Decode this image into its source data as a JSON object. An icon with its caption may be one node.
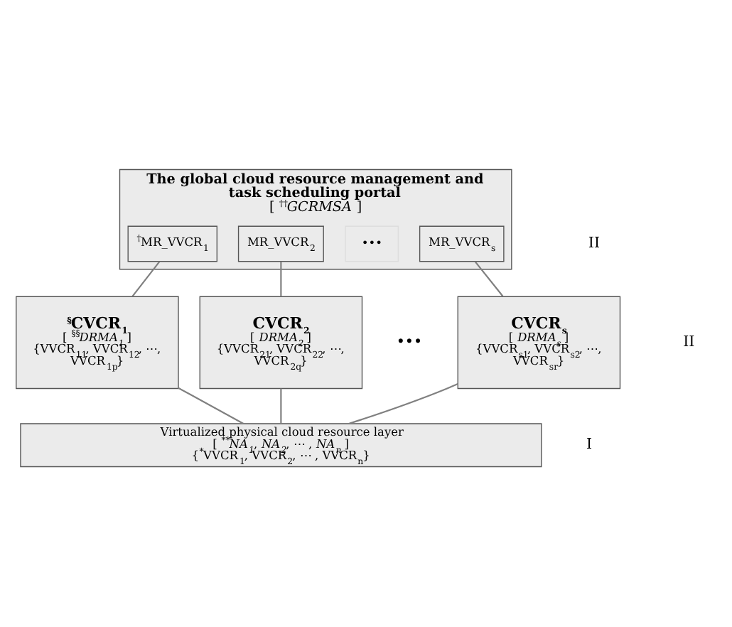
{
  "diagram": {
    "nodes": [
      {
        "text": [
          "The global cloud resource management and task scheduling portal",
          "[ $^{††}$*GCRMSA* ]"
        ]
      },
      {
        "text": [
          "$^{†}$MR_VVCR$_{1}$"
        ],
        "in": 0
      },
      {
        "text": [
          "MR_VVCR$_{2}$"
        ],
        "in": 0
      },
      {
        "text": [
          "•••"
        ],
        "in": 0
      },
      {
        "text": [
          "MR_VVCR$_{s}$"
        ],
        "in": 0
      },
      {
        "text": [
          "$^{§}$CVCR$_{1}$",
          "[ $^{§§}$*DRMA$_{1}$* ]",
          "{VVCR$_{11}$, VVCR$_{12}$, ⋯, VVCR$_{1p}$}"
        ]
      },
      {
        "text": [
          "CVCR$_{2}$",
          "[ *DRMA$_{2}$* ]",
          "{VVCR$_{21}$, VVCR$_{22}$, ⋯, VVCR$_{2q}$}"
        ]
      },
      {
        "text": [
          "CVCR$_{s}$",
          "[ *DRMA$_{s}$* ]",
          "{VVCR$_{s1}$, VVCR$_{s2}$, ⋯, VVCR$_{sr}$}"
        ]
      },
      {
        "text": [
          "Virtualized physical cloud resource layer",
          "[ $^{**}$*NA$_{1}$*, *NA$_{2}$*, ⋯ , *NA$_{n}$* ]",
          "{$^{*}$VVCR$_{1}$, VVCR$_{2}$, ⋯ , VVCR$_{n}$}"
        ]
      }
    ],
    "edges": [
      {
        "from": 1,
        "to": 5,
        "arrow": "none"
      },
      {
        "from": 2,
        "to": 6,
        "arrow": "none"
      },
      {
        "from": 4,
        "to": 7,
        "arrow": "none"
      },
      {
        "from": 5,
        "to": 8,
        "arrow": "none"
      },
      {
        "from": 6,
        "to": 8,
        "arrow": "none"
      },
      {
        "from": 7,
        "to": 8,
        "arrow": "none"
      }
    ],
    "labels": [
      "•••",
      "II",
      "II",
      "I"
    ]
  }
}
